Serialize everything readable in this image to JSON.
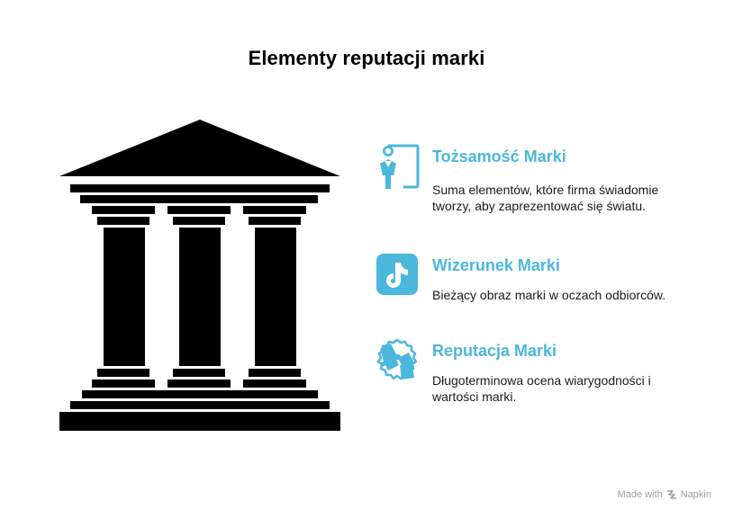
{
  "title": "Elementy reputacji marki",
  "accent_color": "#4bb7dc",
  "items": [
    {
      "heading": "Tożsamość Marki",
      "description": "Suma elementów, które firma świadomie tworzy, aby zaprezentować się światu.",
      "icon": "person-frame-icon"
    },
    {
      "heading": "Wizerunek Marki",
      "description": "Bieżący obraz marki w oczach odbiorców.",
      "icon": "music-note-icon"
    },
    {
      "heading": "Reputacja Marki",
      "description": "Długoterminowa ocena wiarygodności i wartości marki.",
      "icon": "puzzle-badge-icon"
    }
  ],
  "footer": {
    "made_with": "Made with",
    "brand": "Napkin"
  }
}
